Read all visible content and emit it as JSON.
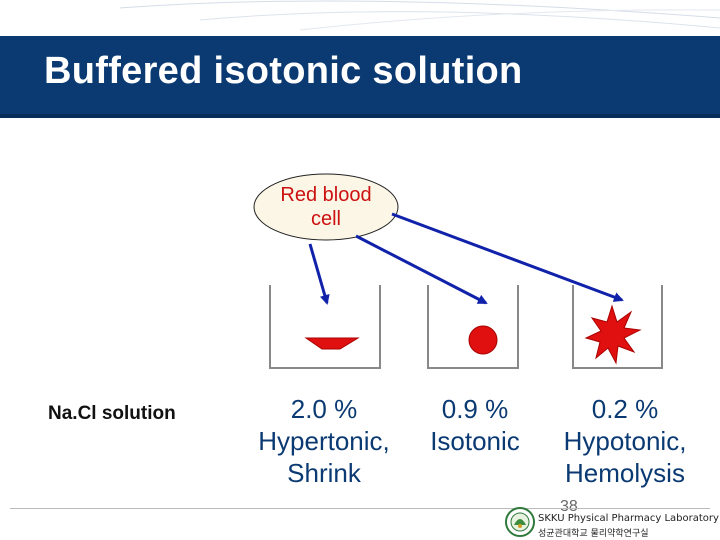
{
  "title": "Buffered isotonic solution",
  "cell_label_line1": "Red blood",
  "cell_label_line2": "cell",
  "side_label": "Na.Cl solution",
  "columns": [
    {
      "concentration": "2.0 %",
      "type": "Hypertonic,",
      "effect": "Shrink"
    },
    {
      "concentration": "0.9 %",
      "type": "Isotonic",
      "effect": ""
    },
    {
      "concentration": "0.2 %",
      "type": "Hypotonic,",
      "effect": "Hemolysis"
    }
  ],
  "page_number": "38",
  "footer": {
    "english": "SKKU Physical Pharmacy Laboratory",
    "korean": "성균관대학교 물리약학연구실"
  },
  "colors": {
    "title_bar": "#0b3a73",
    "arrow": "#1122aa",
    "cell_red": "#e01010",
    "text_blue": "#0b3a73"
  }
}
